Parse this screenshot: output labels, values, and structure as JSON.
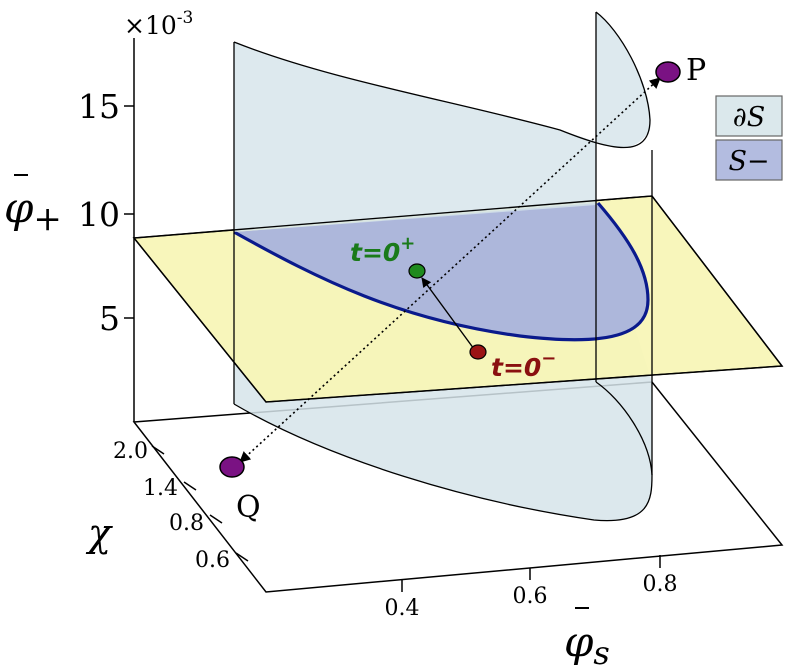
{
  "axes": {
    "phi_plus": {
      "label_main": "φ",
      "label_sub": "+",
      "scale_factor": "×10",
      "scale_exponent": "-3",
      "ticks": [
        "15",
        "10",
        "5"
      ]
    },
    "chi": {
      "label": "χ",
      "ticks": [
        "2.0",
        "1.4",
        "0.8",
        "0.6"
      ]
    },
    "phi_s": {
      "label_main": "φ",
      "label_sub": "s",
      "ticks": [
        "0.4",
        "0.6",
        "0.8"
      ]
    }
  },
  "points": {
    "P": "P",
    "Q": "Q",
    "t_plus": "t=0",
    "t_plus_sup": "+",
    "t_minus": "t=0",
    "t_minus_sup": "−"
  },
  "legend": [
    {
      "label": "∂S",
      "color": "#dbe8ec"
    },
    {
      "label": "S−",
      "color": "#b3bce0"
    }
  ],
  "colors": {
    "surface": "#d6e4ea",
    "region": "#a9b3dc",
    "plane": "#f7f5b5",
    "boundary_curve": "#0a1a8c",
    "point_PQ": "#7a1283",
    "point_plus": "#1e8a1e",
    "point_minus": "#9b1414",
    "label_plus": "#1a7a1a",
    "label_minus": "#8a1010"
  }
}
